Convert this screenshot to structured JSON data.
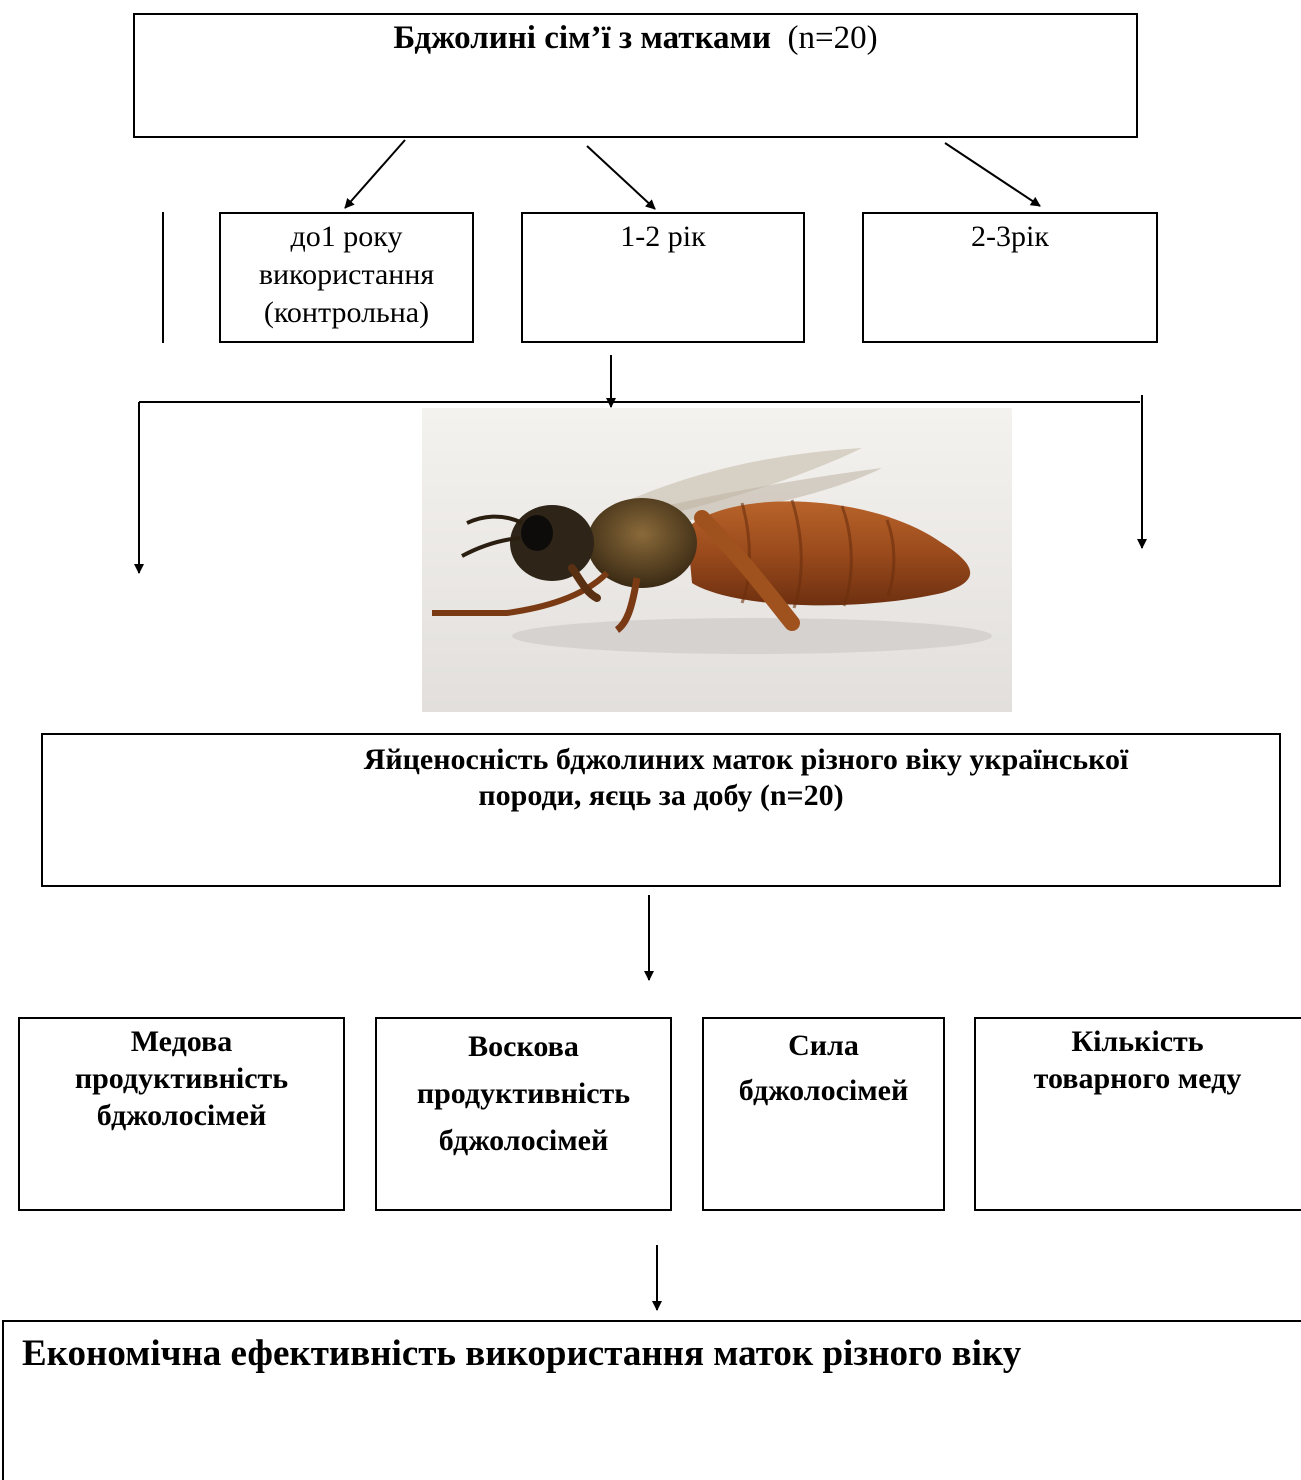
{
  "top_box": {
    "title_bold": "Бджолині сім’ї з матками",
    "title_normal": "(n=20)"
  },
  "age_groups": [
    {
      "lines": [
        "до1 року",
        "використання",
        "(контрольна)"
      ]
    },
    {
      "lines": [
        "1-2 рік"
      ]
    },
    {
      "lines": [
        "2-3рік"
      ]
    }
  ],
  "photo": {
    "subject": "bee-queen-photo"
  },
  "egg_box": {
    "line1": "Яйценосність бджолиних маток різного віку української",
    "line2": "породи, яєць за добу (n=20)"
  },
  "metrics": [
    {
      "lines": [
        "Медова",
        "продуктивність",
        "бджолосімей"
      ]
    },
    {
      "lines": [
        "Воскова",
        "продуктивність",
        "бджолосімей"
      ]
    },
    {
      "lines": [
        "Сила",
        "бджолосімей"
      ]
    },
    {
      "lines": [
        "Кількість",
        "товарного меду"
      ]
    }
  ],
  "bottom_box": {
    "title": "Економічна ефективність використання маток різного віку"
  },
  "colors": {
    "line": "#000000",
    "background": "#ffffff"
  }
}
